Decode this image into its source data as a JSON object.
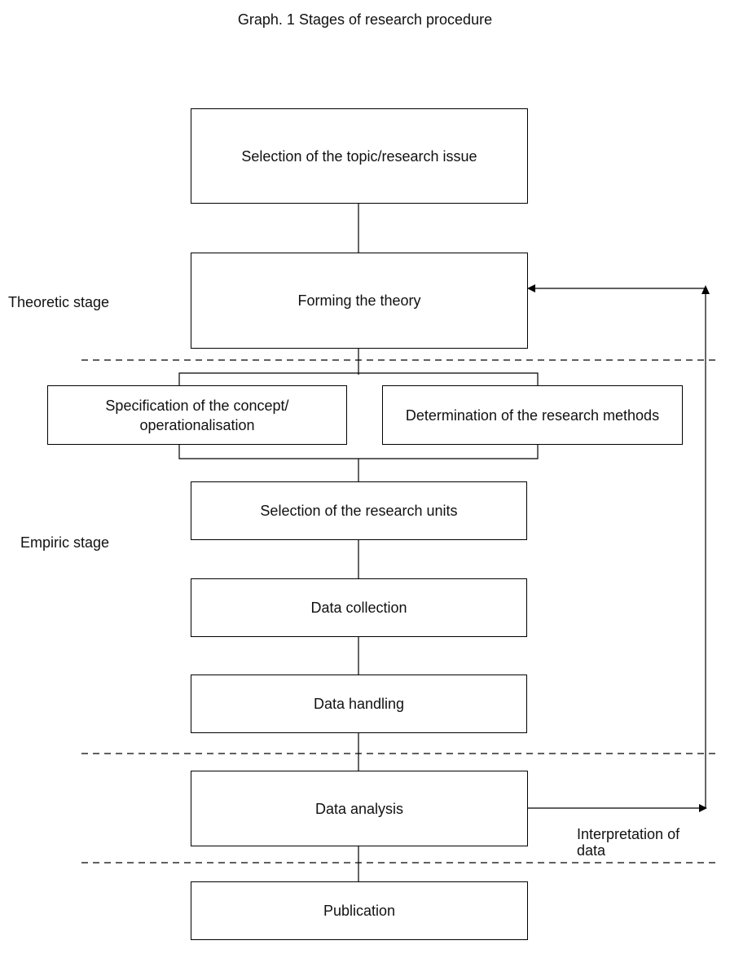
{
  "title": "Graph. 1   Stages of research procedure",
  "stages": {
    "theoretic": "Theoretic stage",
    "empiric": "Empiric stage"
  },
  "boxes": {
    "topic": "Selection of the topic/research issue",
    "theory": "Forming the theory",
    "specification_line1": "Specification of the concept/",
    "specification_line2": "operationalisation",
    "methods": "Determination of the research methods",
    "units": "Selection of the research units",
    "collection": "Data collection",
    "handling": "Data handling",
    "analysis": "Data analysis",
    "publication": "Publication"
  },
  "feedback": {
    "label_line1": "Interpretation of",
    "label_line2": "data"
  }
}
